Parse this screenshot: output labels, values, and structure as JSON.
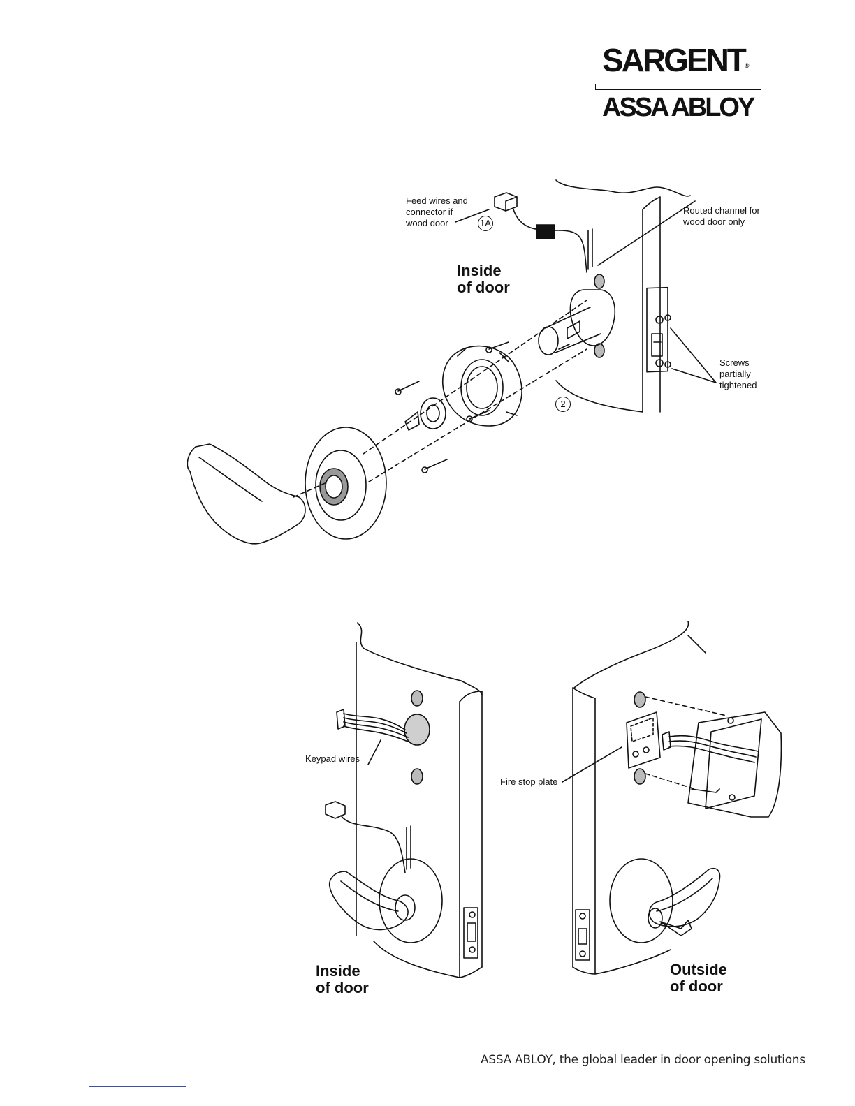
{
  "brand": {
    "top": "SARGENT",
    "registered": "®",
    "bottom": "ASSA ABLOY"
  },
  "diagram1": {
    "callout_1a": "Feed wires and\nconnector if\nwood door",
    "step_1a": "1A",
    "routed_channel": "Routed channel for\nwood door only",
    "screws": "Screws\npartially\ntightened",
    "side_label": "Inside\nof door",
    "step_2": "2"
  },
  "diagram2": {
    "keypad_wires": "Keypad wires",
    "fire_stop_plate": "Fire stop plate",
    "inside_label": "Inside\nof door",
    "outside_label": "Outside\nof door"
  },
  "footer": {
    "tagline": "ASSA ABLOY, the global leader in door opening solutions"
  },
  "icons": [
    "lever-handle-icon",
    "rose-icon",
    "mounting-plate-icon",
    "chassis-icon",
    "screw-icon",
    "connector-icon",
    "keypad-icon",
    "key-icon"
  ]
}
